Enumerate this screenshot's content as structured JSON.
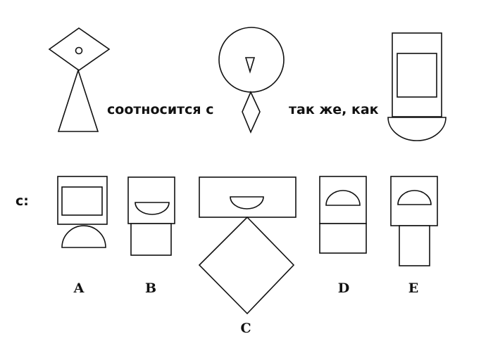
{
  "analogy": {
    "phrase_relates": "соотносится с",
    "phrase_same_as": "так же, как",
    "options_prefix": "с:"
  },
  "options": [
    {
      "label": "A"
    },
    {
      "label": "B"
    },
    {
      "label": "C"
    },
    {
      "label": "D"
    },
    {
      "label": "E"
    }
  ]
}
